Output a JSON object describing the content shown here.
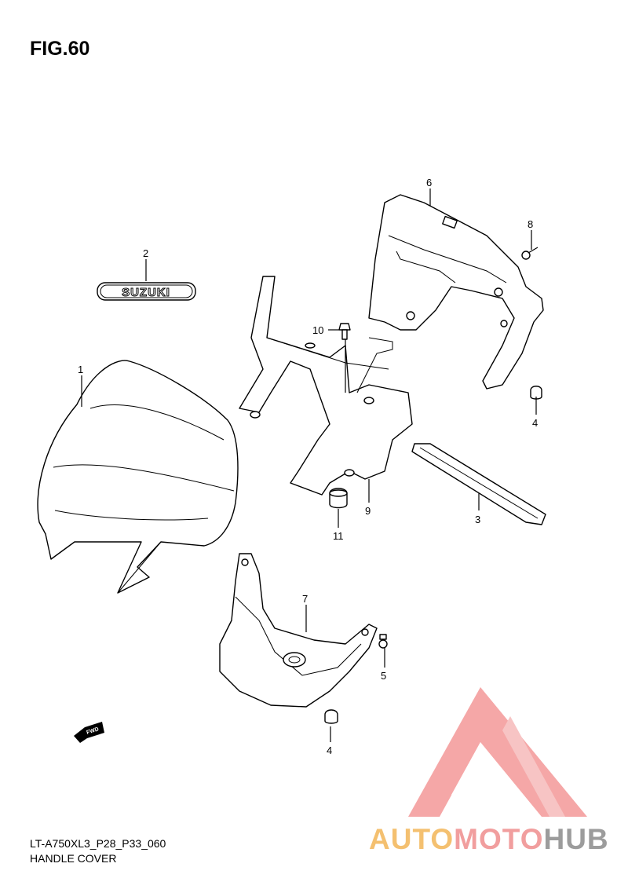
{
  "figure": {
    "title": "FIG.60",
    "model_code": "LT-A750XL3_P28_P33_060",
    "caption": "HANDLE COVER"
  },
  "emblem_text": "SUZUKI",
  "fwd_text": "FWD",
  "callouts": [
    "1",
    "2",
    "3",
    "4",
    "4",
    "5",
    "6",
    "7",
    "8",
    "9",
    "10",
    "11"
  ],
  "watermark": {
    "part1": "AUTO",
    "part2": "MOTO",
    "part3": "HUB",
    "colors": {
      "auto": "#f4c070",
      "moto": "#f19e9e",
      "hub": "#9c9c9c",
      "logo": "#f28a8a"
    }
  }
}
